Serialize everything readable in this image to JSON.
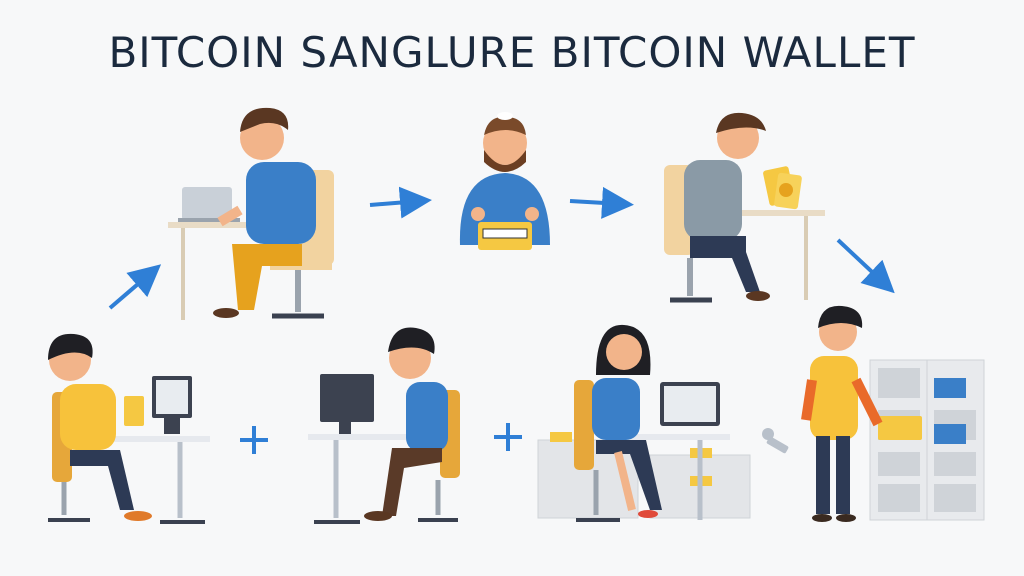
{
  "title": "BITCOIN SANGLURE BITCOIN WALLET",
  "colors": {
    "background": "#f7f8f9",
    "title": "#1b2a3e",
    "arrow": "#2f7fd6",
    "gold": "#f5c842",
    "shirt_blue": "#3a7fc8",
    "shirt_yellow": "#f7c23b",
    "shirt_gray": "#8a9aa6"
  },
  "steps": [
    "laptop-user",
    "bearded-man-with-box",
    "man-with-bitcoins",
    "kid-with-bitcoin-card",
    "man-at-computer",
    "woman-with-boxes",
    "man-at-wallet-cabinet"
  ]
}
